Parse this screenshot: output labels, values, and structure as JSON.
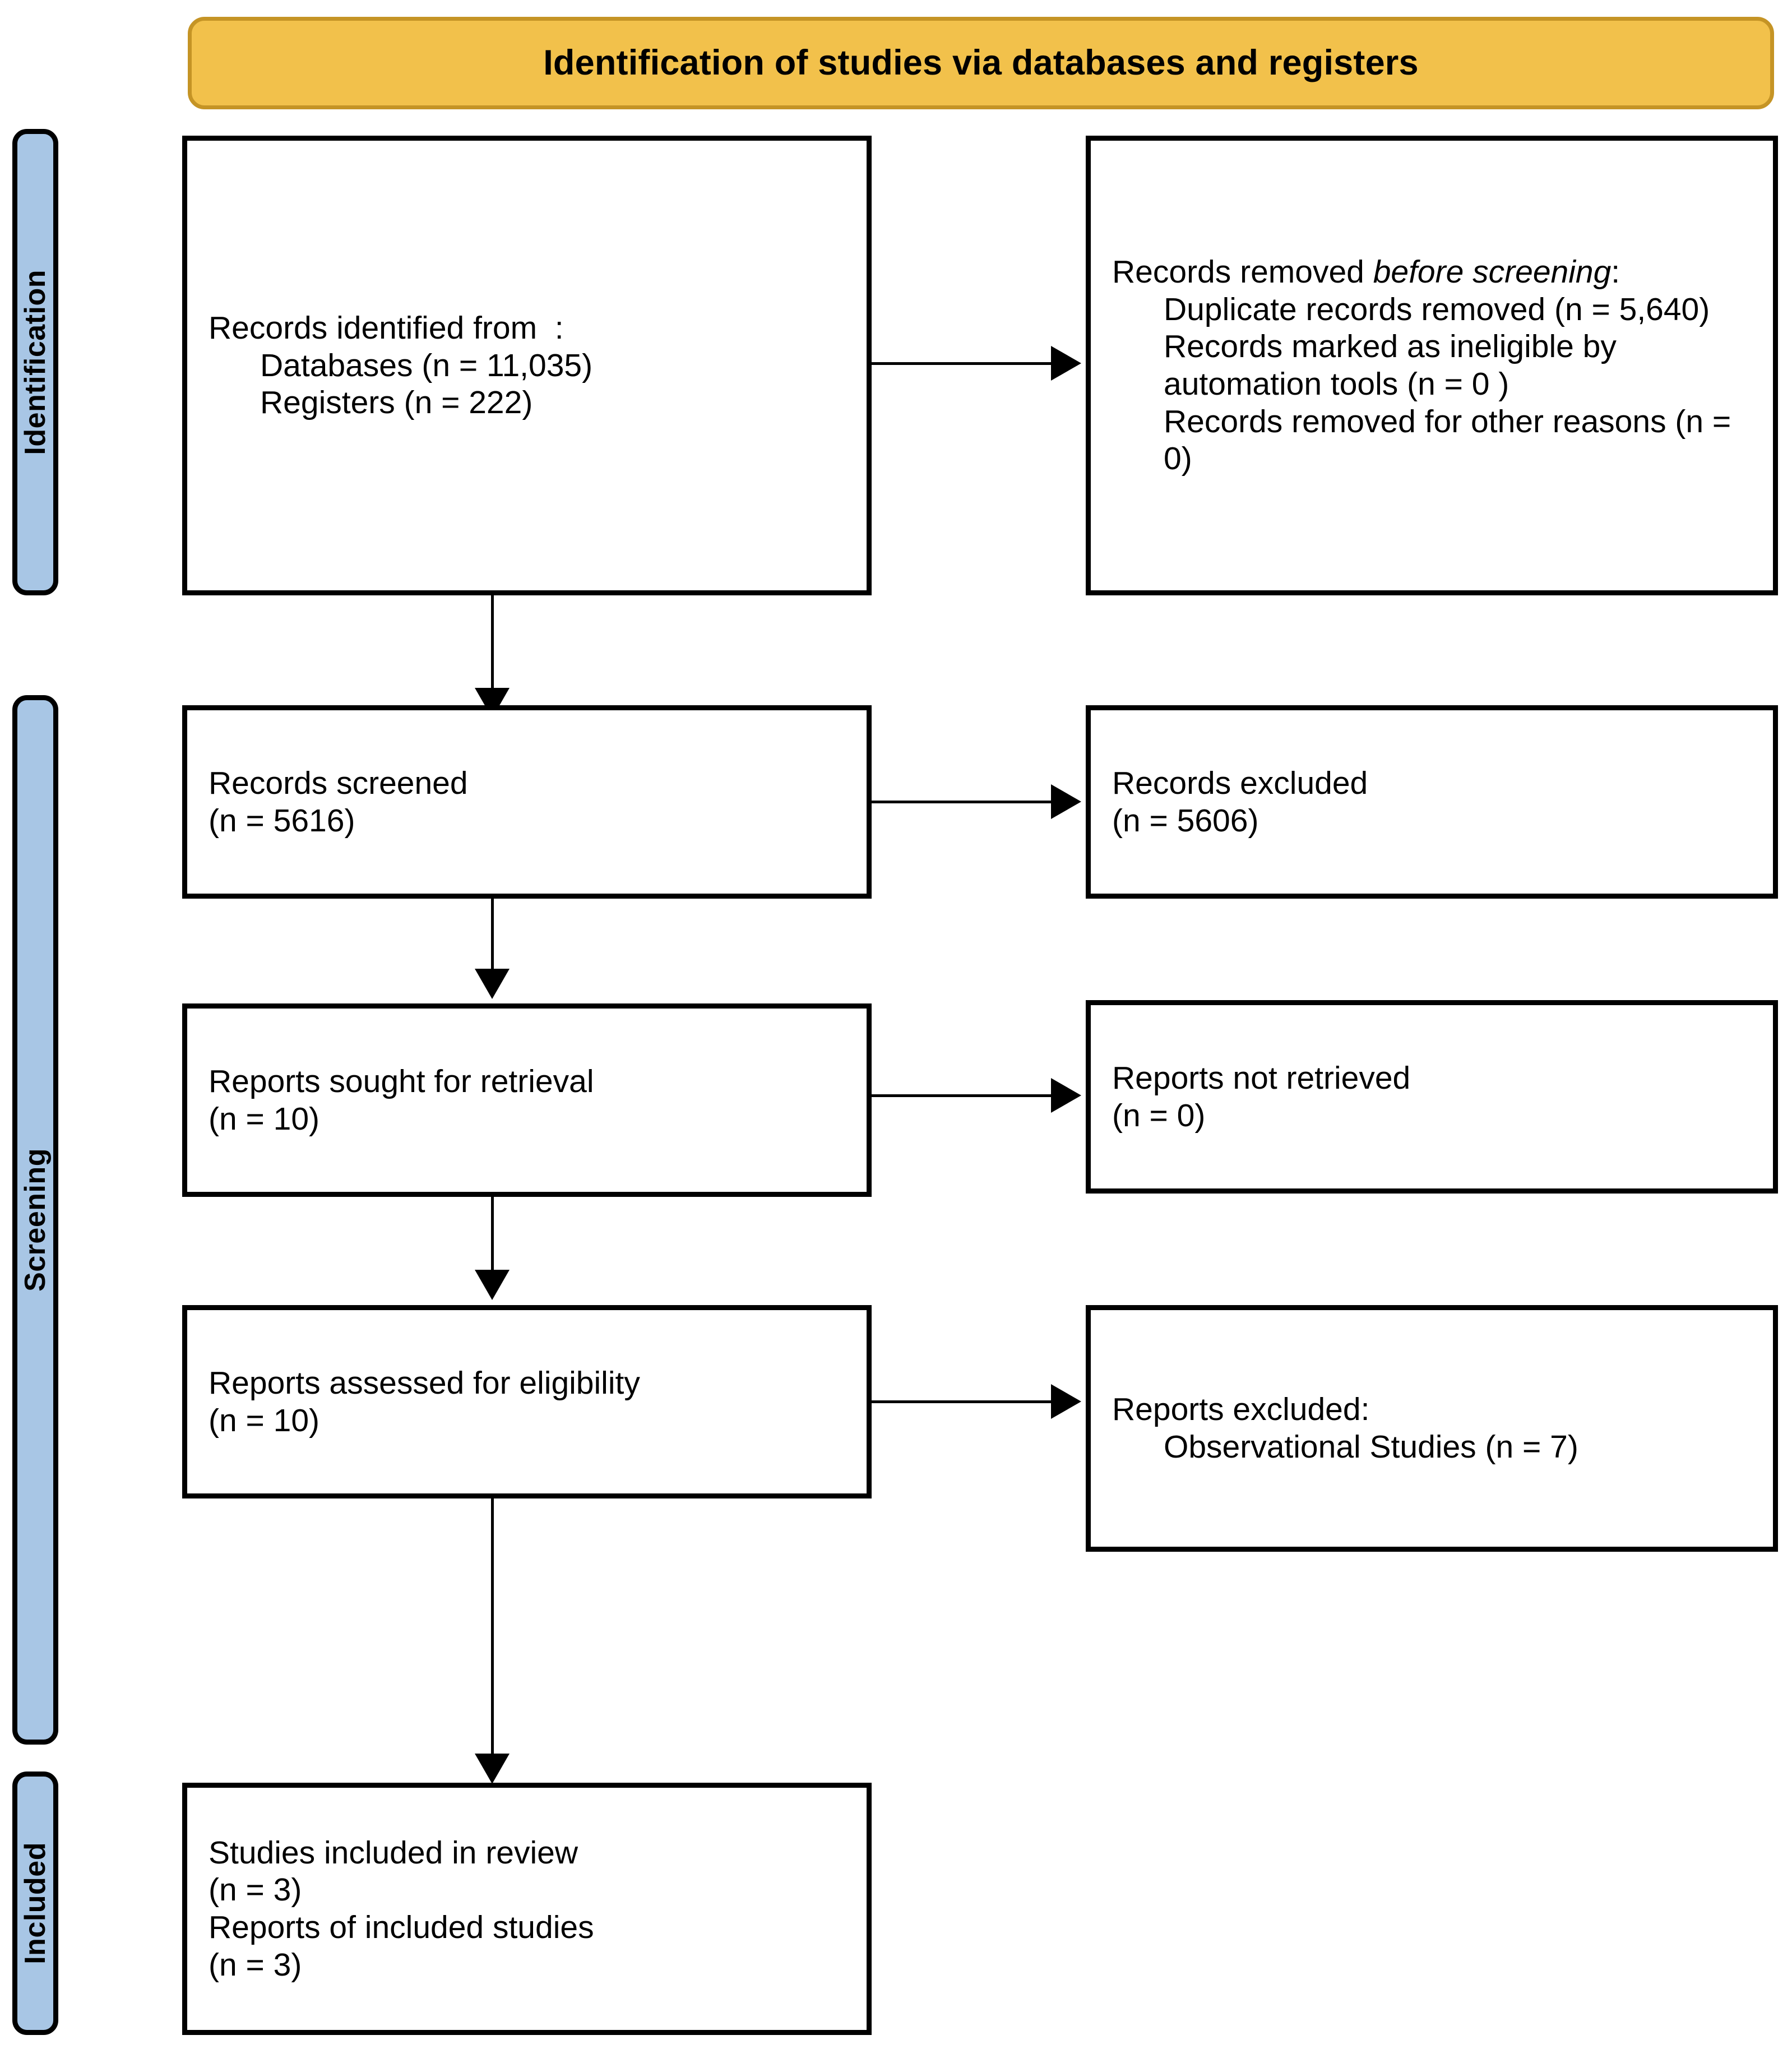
{
  "header": {
    "title": "Identification of studies via databases and registers"
  },
  "stages": [
    {
      "id": "identification",
      "label": "Identification"
    },
    {
      "id": "screening",
      "label": "Screening"
    },
    {
      "id": "included",
      "label": "Included"
    }
  ],
  "boxes": {
    "records_identified": {
      "line1": "Records identified from  :",
      "line2": "Databases (n = 11,035)",
      "line3": "Registers (n = 222)"
    },
    "records_removed": {
      "line1_a": "Records removed ",
      "line1_b": "before screening",
      "line1_c": ":",
      "line2": "Duplicate records removed (n = 5,640)",
      "line3": "Records marked as ineligible by automation tools (n = 0 )",
      "line4": "Records removed for other reasons (n = 0)"
    },
    "records_screened": {
      "line1": "Records screened",
      "line2": "(n = 5616)"
    },
    "records_excluded": {
      "line1": "Records excluded",
      "line2": "(n = 5606)"
    },
    "reports_sought": {
      "line1": "Reports sought for retrieval",
      "line2": "(n = 10)"
    },
    "reports_not_retrieved": {
      "line1": "Reports not retrieved",
      "line2": "(n = 0)"
    },
    "reports_assessed": {
      "line1": "Reports assessed for eligibility",
      "line2": "(n = 10)"
    },
    "reports_excluded": {
      "line1": "Reports excluded:",
      "line2": "Observational Studies (n = 7)"
    },
    "studies_included": {
      "line1": "Studies included in review",
      "line2": "(n = 3)",
      "line3": "Reports of included studies",
      "line4": "(n = 3)"
    }
  },
  "colors": {
    "banner_fill": "#F2C14B",
    "banner_border": "#C59425",
    "stage_fill": "#A8C6E5",
    "box_border": "#000000",
    "box_fill": "#FFFFFF"
  }
}
